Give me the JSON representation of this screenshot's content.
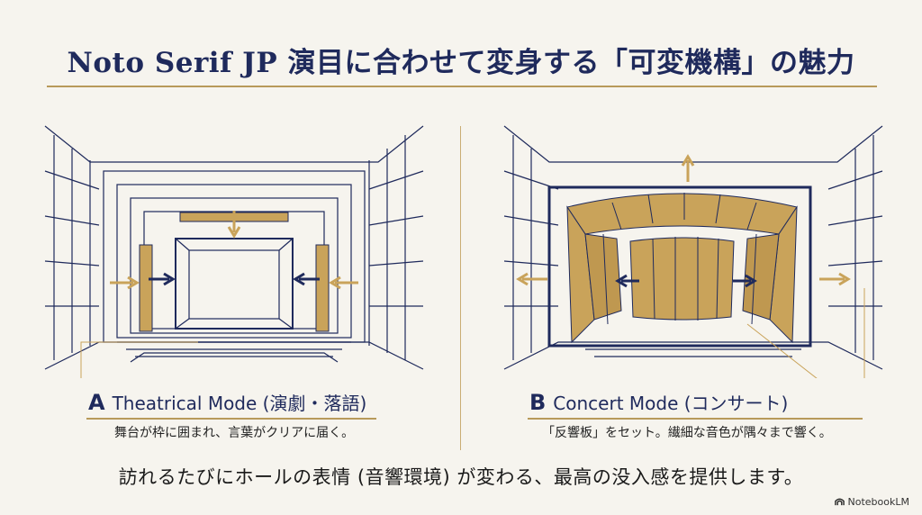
{
  "title": "Noto Serif JP 演目に合わせて変身する「可変機構」の魅力",
  "modes": [
    {
      "letter": "A",
      "name": "Theatrical Mode (演劇・落語)",
      "description": "舞台が枠に囲まれ、言葉がクリアに届く。"
    },
    {
      "letter": "B",
      "name": "Concert Mode (コンサート)",
      "description": "「反響板」をセット。繊細な音色が隅々まで響く。"
    }
  ],
  "tagline": "訪れるたびにホールの表情 (音響環境) が変わる、最高の没入感を提供します。",
  "brand": "NotebookLM",
  "colors": {
    "navy": "#1f2a5c",
    "gold": "#b89a5a",
    "wood": "#c9a35a",
    "background": "#f6f4ee"
  }
}
